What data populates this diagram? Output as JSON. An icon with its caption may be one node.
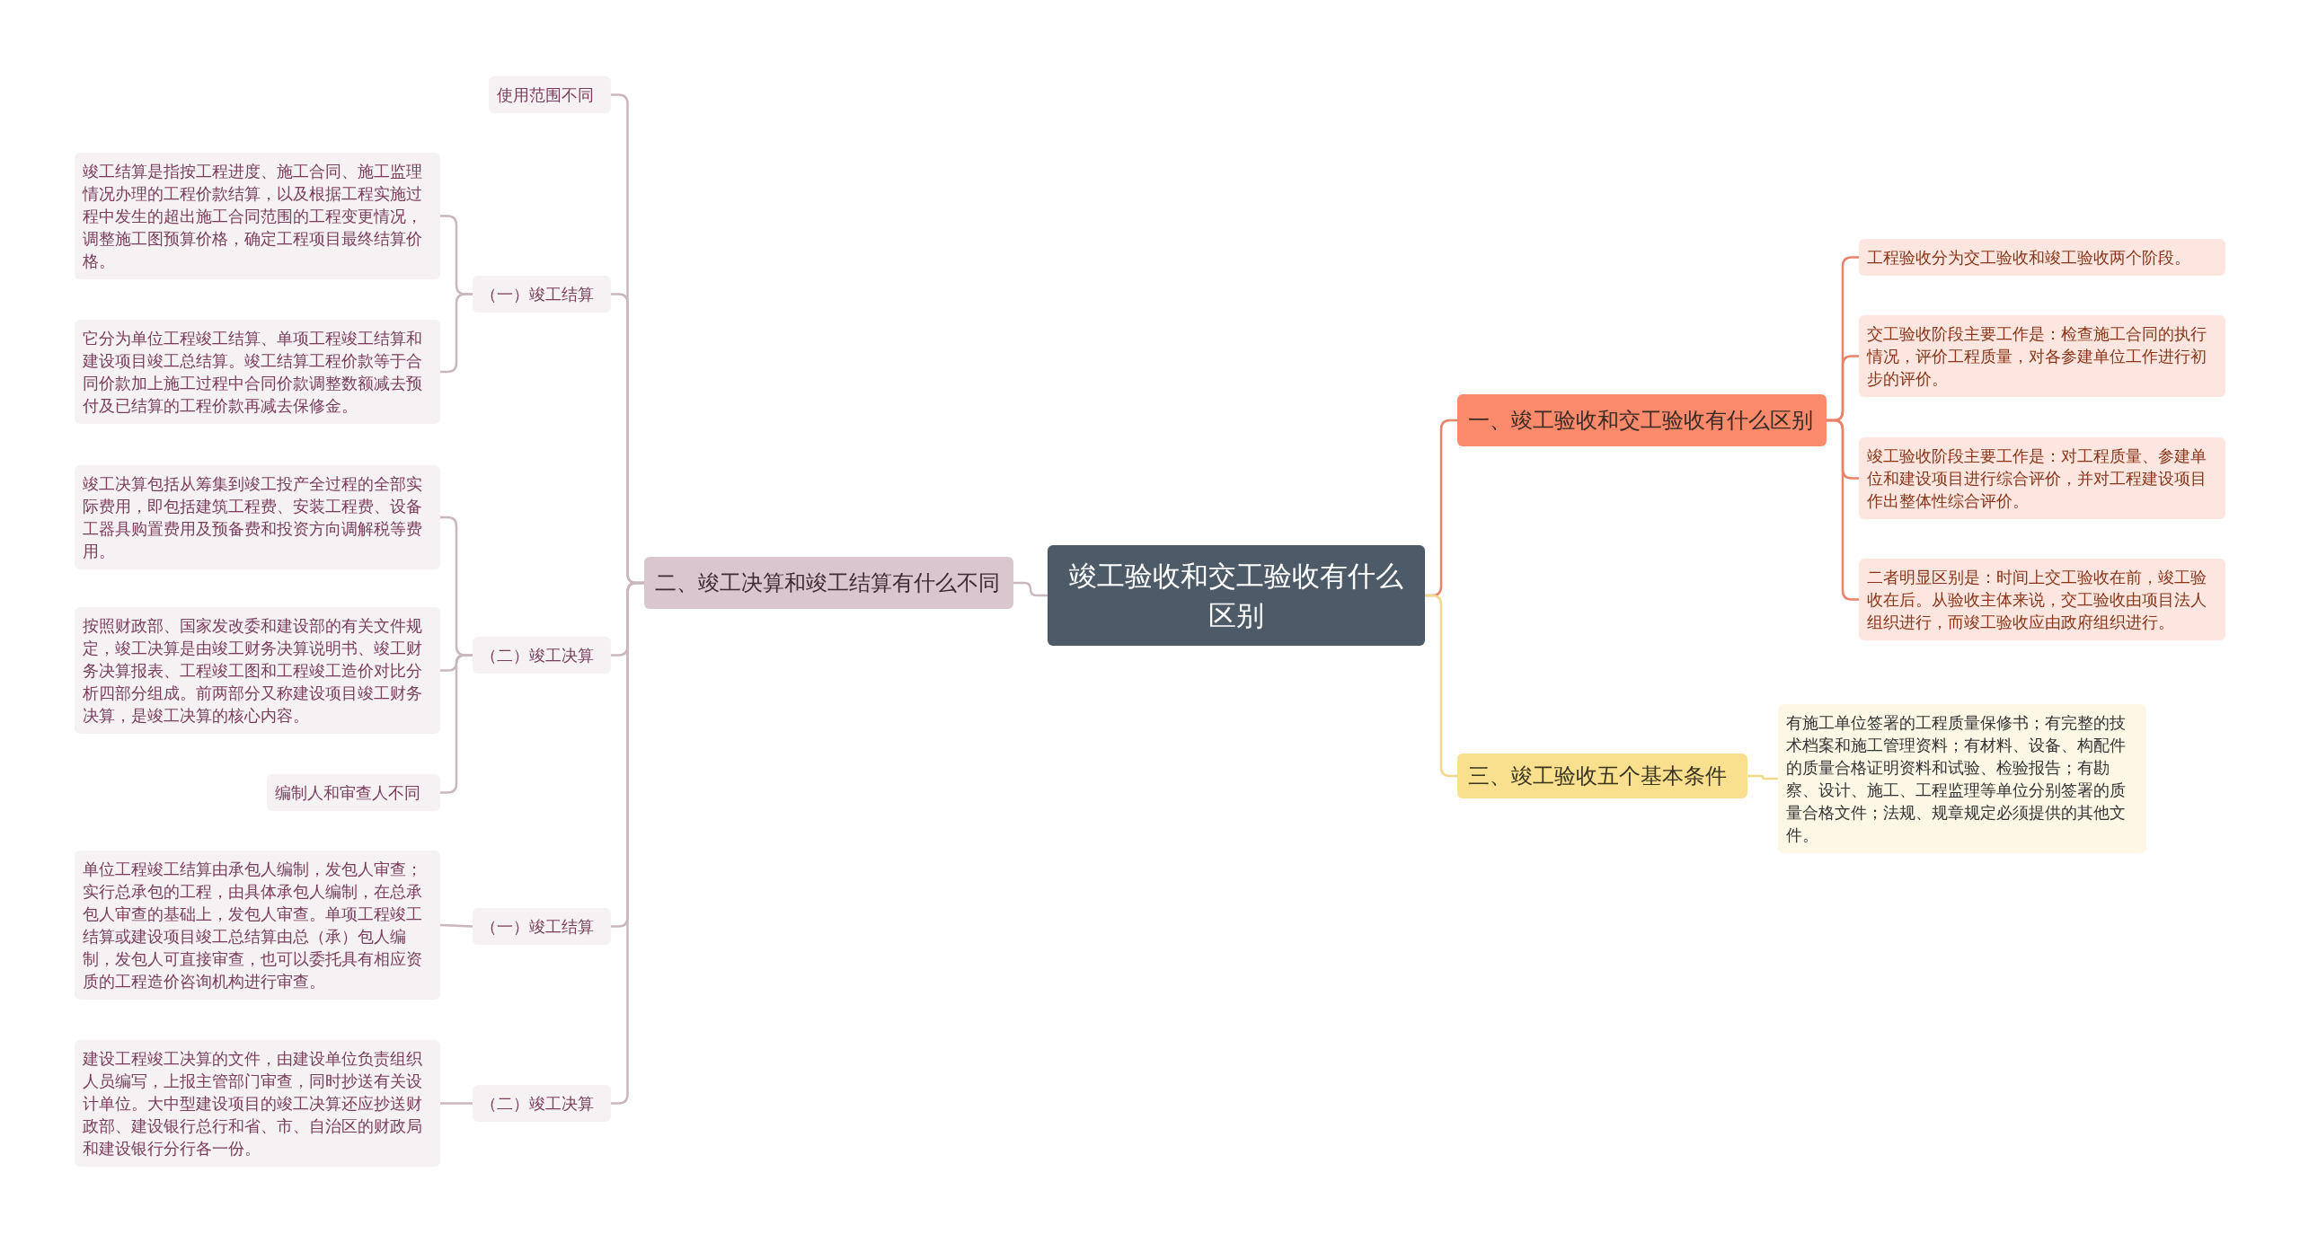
{
  "diagram": {
    "nodes": [
      {
        "text": [
          "竣工验收和交工验收有什么区别"
        ]
      },
      {
        "text": [
          "一、竣工验收和交工验收有什么区别"
        ]
      },
      {
        "text": [
          "工程验收分为交工验收和竣工验收两个阶段。"
        ]
      },
      {
        "text": [
          "交工验收阶段主要工作是：检查施工合同的执行情况，评价工程质量，对各参建单位工作进行初步的评价。"
        ]
      },
      {
        "text": [
          "竣工验收阶段主要工作是：对工程质量、参建单位和建设项目进行综合评价，并对工程建设项目作出整体性综合评价。"
        ]
      },
      {
        "text": [
          "二者明显区别是：时间上交工验收在前，竣工验收在后。从验收主体来说，交工验收由项目法人组织进行，而竣工验收应由政府组织进行。"
        ]
      },
      {
        "text": [
          "三、竣工验收五个基本条件"
        ]
      },
      {
        "text": [
          "有施工单位签署的工程质量保修书；有完整的技术档案和施工管理资料；有材料、设备、构配件的质量合格证明资料和试验、检验报告；有勘察、设计、施工、工程监理等单位分别签署的质量合格文件；法规、规章规定必须提供的其他文件。"
        ]
      },
      {
        "text": [
          "二、竣工决算和竣工结算有什么不同"
        ]
      },
      {
        "text": [
          "使用范围不同"
        ]
      },
      {
        "text": [
          "（一）竣工结算"
        ]
      },
      {
        "text": [
          "竣工结算是指按工程进度、施工合同、施工监理情况办理的工程价款结算，以及根据工程实施过程中发生的超出施工合同范围的工程变更情况，调整施工图预算价格，确定工程项目最终结算价格。"
        ]
      },
      {
        "text": [
          "它分为单位工程竣工结算、单项工程竣工结算和建设项目竣工总结算。竣工结算工程价款等于合同价款加上施工过程中合同价款调整数额减去预付及已结算的工程价款再减去保修金。"
        ]
      },
      {
        "text": [
          "（二）竣工决算"
        ]
      },
      {
        "text": [
          "竣工决算包括从筹集到竣工投产全过程的全部实际费用，即包括建筑工程费、安装工程费、设备工器具购置费用及预备费和投资方向调解税等费用。"
        ]
      },
      {
        "text": [
          "按照财政部、国家发改委和建设部的有关文件规定，竣工决算是由竣工财务决算说明书、竣工财务决算报表、工程竣工图和工程竣工造价对比分析四部分组成。前两部分又称建设项目竣工财务决算，是竣工决算的核心内容。"
        ]
      },
      {
        "text": [
          "编制人和审查人不同"
        ]
      },
      {
        "text": [
          "（一）竣工结算"
        ]
      },
      {
        "text": [
          "单位工程竣工结算由承包人编制，发包人审查；实行总承包的工程，由具体承包人编制，在总承包人审查的基础上，发包人审查。单项工程竣工结算或建设项目竣工总结算由总（承）包人编制，发包人可直接审查，也可以委托具有相应资质的工程造价咨询机构进行审查。"
        ]
      },
      {
        "text": [
          "（二）竣工决算"
        ]
      },
      {
        "text": [
          "建设工程竣工决算的文件，由建设单位负责组织人员编写，上报主管部门审查，同时抄送有关设计单位。大中型建设项目的竣工决算还应抄送财政部、建设银行总行和省、市、自治区的财政局和建设银行分行各一份。"
        ]
      }
    ],
    "edges": [
      {
        "from": 0,
        "to": 1,
        "arrow": "none",
        "color": "#e8836a"
      },
      {
        "from": 1,
        "to": 2,
        "arrow": "none",
        "color": "#e8836a"
      },
      {
        "from": 1,
        "to": 3,
        "arrow": "none",
        "color": "#e8836a"
      },
      {
        "from": 1,
        "to": 4,
        "arrow": "none",
        "color": "#e8836a"
      },
      {
        "from": 1,
        "to": 5,
        "arrow": "none",
        "color": "#e8836a"
      },
      {
        "from": 0,
        "to": 6,
        "arrow": "none",
        "color": "#f0d98a"
      },
      {
        "from": 6,
        "to": 7,
        "arrow": "none",
        "color": "#f0d98a"
      },
      {
        "from": 0,
        "to": 8,
        "arrow": "none"
      },
      {
        "from": 8,
        "to": 9,
        "arrow": "none"
      },
      {
        "from": 8,
        "to": 10,
        "arrow": "none"
      },
      {
        "from": 10,
        "to": 11,
        "arrow": "none"
      },
      {
        "from": 10,
        "to": 12,
        "arrow": "none"
      },
      {
        "from": 8,
        "to": 13,
        "arrow": "none"
      },
      {
        "from": 13,
        "to": 14,
        "arrow": "none"
      },
      {
        "from": 13,
        "to": 15,
        "arrow": "none"
      },
      {
        "from": 13,
        "to": 16,
        "arrow": "none"
      },
      {
        "from": 8,
        "to": 17,
        "arrow": "none"
      },
      {
        "from": 17,
        "to": 18,
        "arrow": "none"
      },
      {
        "from": 8,
        "to": 19,
        "arrow": "none"
      },
      {
        "from": 19,
        "to": 20,
        "arrow": "none"
      }
    ]
  }
}
